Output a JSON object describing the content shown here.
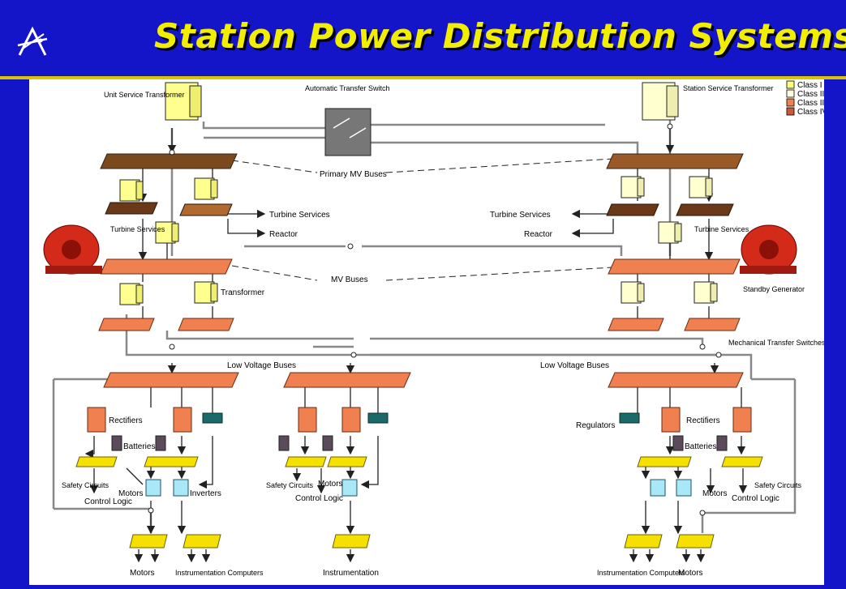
{
  "header": {
    "title": "Station Power Distribution Systems",
    "title_color": "#f2ee00",
    "background_color": "#1414c8",
    "logo_icon": "atom-a-logo-icon"
  },
  "legend": {
    "items": [
      {
        "label": "Class I",
        "color": "#ffff80"
      },
      {
        "label": "Class II",
        "color": "#ffffe0"
      },
      {
        "label": "Class III",
        "color": "#f08050"
      },
      {
        "label": "Class IV",
        "color": "#c85a3a"
      }
    ]
  },
  "labels": {
    "unit_service_transformer": "Unit Service Transformer",
    "automatic_transfer_switch": "Automatic Transfer Switch",
    "station_service_transformer": "Station Service Transformer",
    "primary_mv_buses": "Primary MV Buses",
    "turbine_services_left": "Turbine Services",
    "turbine_services_right": "Turbine Services",
    "turbine_services_feed_left": "Turbine Services",
    "turbine_services_feed_right": "Turbine Services",
    "reactor_left": "Reactor",
    "reactor_right": "Reactor",
    "mv_buses": "MV Buses",
    "transformer": "Transformer",
    "standby_generator": "Standby Generator",
    "mechanical_transfer_switches": "Mechanical Transfer Switches",
    "low_voltage_buses_left": "Low Voltage Buses",
    "low_voltage_buses_right": "Low Voltage Buses",
    "rectifiers_left": "Rectifiers",
    "rectifiers_right": "Rectifiers",
    "regulators": "Regulators",
    "batteries_left": "Batteries",
    "batteries_right": "Batteries",
    "safety_circuits_left": "Safety Circuits",
    "safety_circuits_mid": "Safety Circuits",
    "safety_circuits_right": "Safety Circuits",
    "control_logic_left": "Control Logic",
    "control_logic_mid": "Control Logic",
    "control_logic_right": "Control Logic",
    "motors_left": "Motors",
    "motors_mid": "Motors",
    "motors_right": "Motors",
    "inverters": "Inverters",
    "motors_bottom_left": "Motors",
    "motors_bottom_right": "Motors",
    "instrumentation_computers_left": "Instrumentation Computers",
    "instrumentation_computers_right": "Instrumentation Computers",
    "instrumentation_mid": "Instrumentation"
  }
}
